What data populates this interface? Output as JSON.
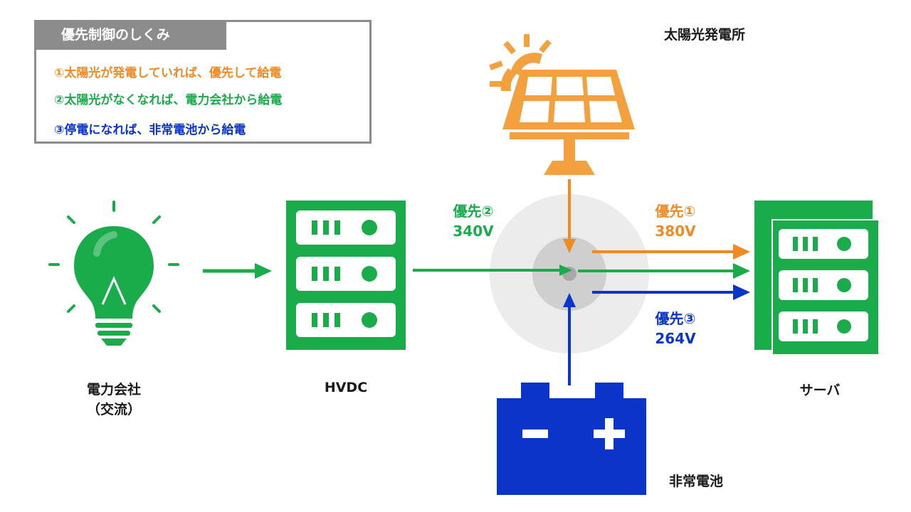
{
  "legend": {
    "title": "優先制御のしくみ",
    "lines": [
      {
        "text": "①太陽光が発電していれば、優先して給電",
        "color": "#f08a24"
      },
      {
        "text": "②太陽光がなくなれば、電力会社から給電",
        "color": "#1aab4b"
      },
      {
        "text": "③停電になれば、非常電池から給電",
        "color": "#0a35c8"
      }
    ]
  },
  "nodes": {
    "power_company": {
      "line1": "電力会社",
      "line2": "（交流）"
    },
    "hvdc": {
      "label": "HVDC"
    },
    "solar": {
      "label": "太陽光発電所"
    },
    "server": {
      "label": "サーバ"
    },
    "battery": {
      "label": "非常電池"
    }
  },
  "priorities": {
    "p1": {
      "name": "優先①",
      "voltage": "380V",
      "color": "#f08a24"
    },
    "p2": {
      "name": "優先②",
      "voltage": "340V",
      "color": "#1aab4b"
    },
    "p3": {
      "name": "優先③",
      "voltage": "264V",
      "color": "#0a35c8"
    }
  },
  "colors": {
    "green": "#1aab4b",
    "orange": "#f3a03f",
    "blue": "#0a35c8",
    "gray": "#8c8c8c"
  }
}
